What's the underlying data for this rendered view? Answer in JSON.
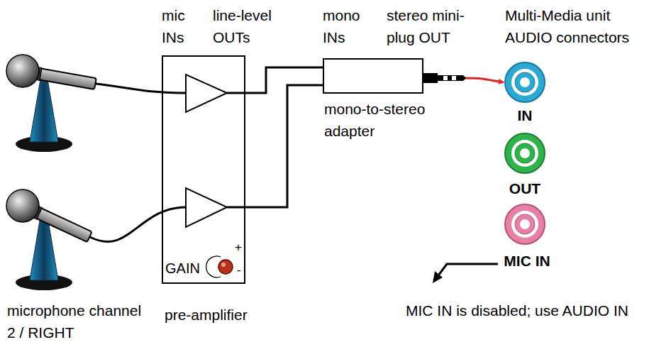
{
  "diagram": {
    "nodes": [
      {
        "text": [
          "GAIN",
          "pre-amplifier"
        ]
      },
      {
        "text": [
          "mono-to-stereo adapter"
        ]
      },
      {
        "text": [
          "IN"
        ]
      },
      {
        "text": [
          "OUT"
        ]
      },
      {
        "text": [
          "MIC IN"
        ]
      }
    ],
    "edges": [
      {
        "from": 0,
        "to": 1,
        "arrow": "none"
      },
      {
        "from": 0,
        "to": 1,
        "arrow": "none"
      },
      {
        "from": 1,
        "to": 2,
        "arrow": "to"
      }
    ],
    "labels": [
      "mic INs",
      "line-level OUTs",
      "mono INs",
      "stereo mini-plug OUT",
      "Multi-Media unit AUDIO connectors",
      "+",
      "-",
      "microphone channel 2 / RIGHT",
      "MIC IN is disabled; use AUDIO IN"
    ]
  }
}
